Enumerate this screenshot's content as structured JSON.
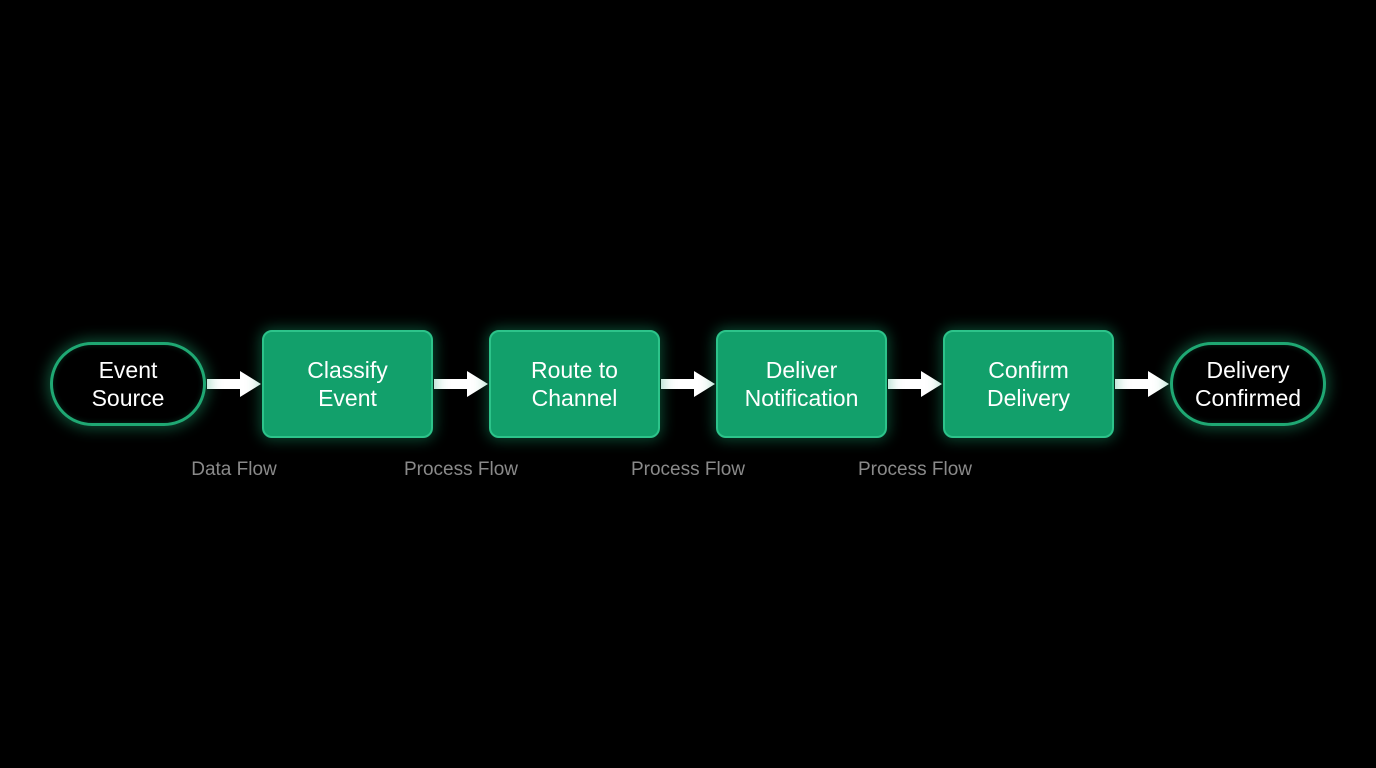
{
  "nodes": [
    {
      "id": "event-source",
      "kind": "terminal",
      "label": "Event\nSource"
    },
    {
      "id": "classify-event",
      "kind": "process",
      "label": "Classify\nEvent"
    },
    {
      "id": "route-to-channel",
      "kind": "process",
      "label": "Route to\nChannel"
    },
    {
      "id": "deliver-notification",
      "kind": "process",
      "label": "Deliver\nNotification"
    },
    {
      "id": "confirm-delivery",
      "kind": "process",
      "label": "Confirm\nDelivery"
    },
    {
      "id": "delivery-confirmed",
      "kind": "terminal",
      "label": "Delivery\nConfirmed"
    }
  ],
  "edges": [
    {
      "from": "event-source",
      "to": "classify-event",
      "label": "Data Flow"
    },
    {
      "from": "classify-event",
      "to": "route-to-channel",
      "label": "Process Flow"
    },
    {
      "from": "route-to-channel",
      "to": "deliver-notification",
      "label": "Process Flow"
    },
    {
      "from": "deliver-notification",
      "to": "confirm-delivery",
      "label": "Process Flow"
    },
    {
      "from": "confirm-delivery",
      "to": "delivery-confirmed",
      "label": ""
    }
  ],
  "colors": {
    "background": "#000000",
    "process_fill": "#12a06b",
    "process_border": "#2dc38a",
    "terminal_border": "#1fa873",
    "arrow": "#ffffff",
    "node_text": "#ffffff",
    "edge_label_text": "#8a8a8a"
  }
}
